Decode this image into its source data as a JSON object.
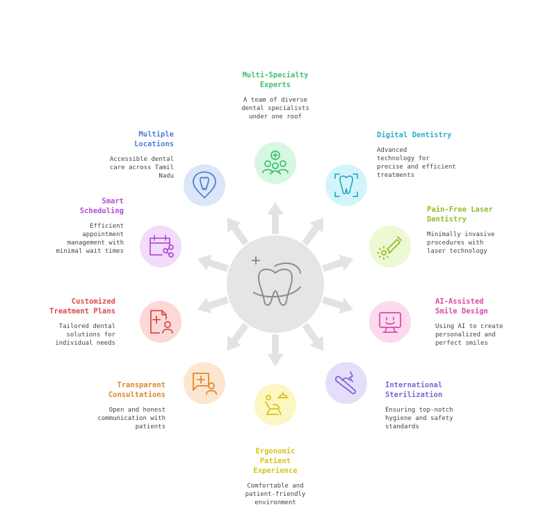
{
  "center_icon": "tooth-sparkle-icon",
  "nodes": [
    {
      "id": "multi-specialty",
      "title": "Multi-Specialty\nExperts",
      "desc": "A team of diverse\ndental specialists\nunder one roof",
      "color": "#3fbf74",
      "bg": "#d6f7e2",
      "icon": "dentist-team-icon"
    },
    {
      "id": "digital-dentistry",
      "title": "Digital Dentistry",
      "desc": "Advanced\ntechnology for\nprecise and efficient\ntreatments",
      "color": "#27b0c8",
      "bg": "#d4f4fb",
      "icon": "digital-tooth-icon"
    },
    {
      "id": "laser",
      "title": "Pain-Free Laser\nDentistry",
      "desc": "Minimally invasive\nprocedures with\nlaser technology",
      "color": "#8fbf2c",
      "bg": "#ecf9d2",
      "icon": "laser-icon"
    },
    {
      "id": "ai-smile",
      "title": "AI-Assisted\nSmile Design",
      "desc": "Using AI to create\npersonalized and\nperfect smiles",
      "color": "#d94aa8",
      "bg": "#fbdaee",
      "icon": "monitor-smile-icon"
    },
    {
      "id": "sterilization",
      "title": "International\nSterilization",
      "desc": "Ensuring top-notch\nhygiene and safety\nstandards",
      "color": "#7e63d9",
      "bg": "#e5defa",
      "icon": "sterilizer-icon"
    },
    {
      "id": "ergonomic",
      "title": "Ergonomic\nPatient\nExperience",
      "desc": "Comfortable and\npatient-friendly\nenvironment",
      "color": "#d6c31c",
      "bg": "#fbf6c2",
      "icon": "dental-chair-icon"
    },
    {
      "id": "transparent",
      "title": "Transparent\nConsultations",
      "desc": "Open and honest\ncommunication with\npatients",
      "color": "#e0872c",
      "bg": "#fde6cf",
      "icon": "consultation-icon"
    },
    {
      "id": "customized",
      "title": "Customized\nTreatment Plans",
      "desc": "Tailored dental\nsolutions for\nindividual needs",
      "color": "#dc4a4a",
      "bg": "#fbd9d6",
      "icon": "treatment-plan-icon"
    },
    {
      "id": "scheduling",
      "title": "Smart\nScheduling",
      "desc": "Efficient\nappointment\nmanagement with\nminimal wait times",
      "color": "#b34fd6",
      "bg": "#f2dcfa",
      "icon": "calendar-share-icon"
    },
    {
      "id": "locations",
      "title": "Multiple\nLocations",
      "desc": "Accessible dental\ncare across Tamil\nNadu",
      "color": "#4f7fd6",
      "bg": "#dbe6f8",
      "icon": "tooth-location-pin-icon"
    }
  ]
}
